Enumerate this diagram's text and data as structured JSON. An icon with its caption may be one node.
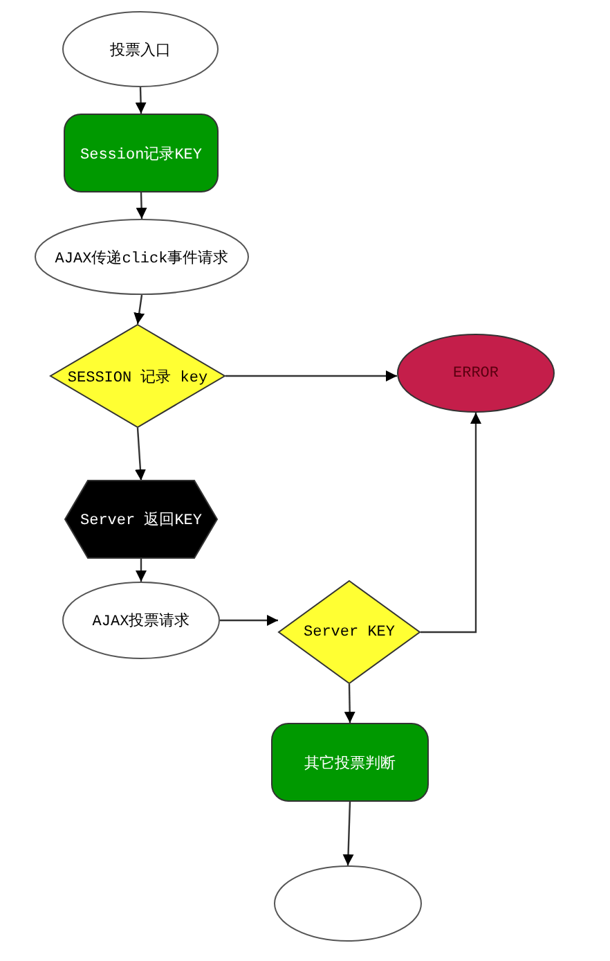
{
  "diagram": {
    "nodes": [
      {
        "text": [
          "投票入口"
        ]
      },
      {
        "text": [
          "Session记录KEY"
        ]
      },
      {
        "text": [
          "AJAX传递click事件请求"
        ]
      },
      {
        "text": [
          "SESSION 记录 key"
        ]
      },
      {
        "text": [
          "ERROR"
        ]
      },
      {
        "text": [
          "Server 返回KEY"
        ]
      },
      {
        "text": [
          "AJAX投票请求"
        ]
      },
      {
        "text": [
          "Server KEY"
        ]
      },
      {
        "text": [
          "其它投票判断"
        ]
      },
      {
        "text": [],
        "shape": "ellipse"
      }
    ],
    "edges": [
      {
        "from": 0,
        "to": 1,
        "arrow": "to"
      },
      {
        "from": 1,
        "to": 2,
        "arrow": "to"
      },
      {
        "from": 2,
        "to": 3,
        "arrow": "to"
      },
      {
        "from": 3,
        "to": 4,
        "arrow": "to"
      },
      {
        "from": 3,
        "to": 5,
        "arrow": "to"
      },
      {
        "from": 5,
        "to": 6,
        "arrow": "to"
      },
      {
        "from": 6,
        "to": 7,
        "arrow": "to"
      },
      {
        "from": 7,
        "to": 4,
        "arrow": "to"
      },
      {
        "from": 7,
        "to": 8,
        "arrow": "to"
      },
      {
        "from": 8,
        "to": 9,
        "arrow": "to"
      }
    ]
  }
}
